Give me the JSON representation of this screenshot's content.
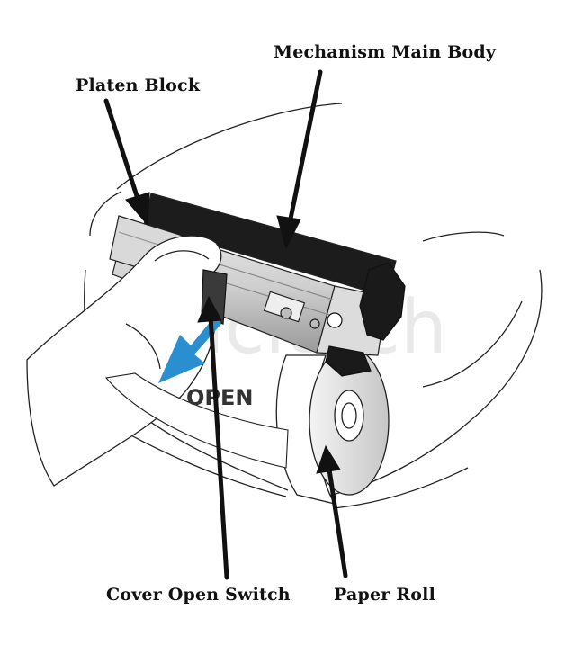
{
  "labels": {
    "mechanism_main_body": "Mechanism Main Body",
    "platen_block": "Platen Block",
    "cover_open_switch": "Cover Open Switch",
    "paper_roll": "Paper Roll"
  },
  "printed_marking": "OPEN",
  "watermark": "Youcitech",
  "colors": {
    "open_arrow": "#2a8fd0",
    "label_text": "#111111",
    "line_art": "#222222",
    "watermark": "#d8d8d8"
  }
}
